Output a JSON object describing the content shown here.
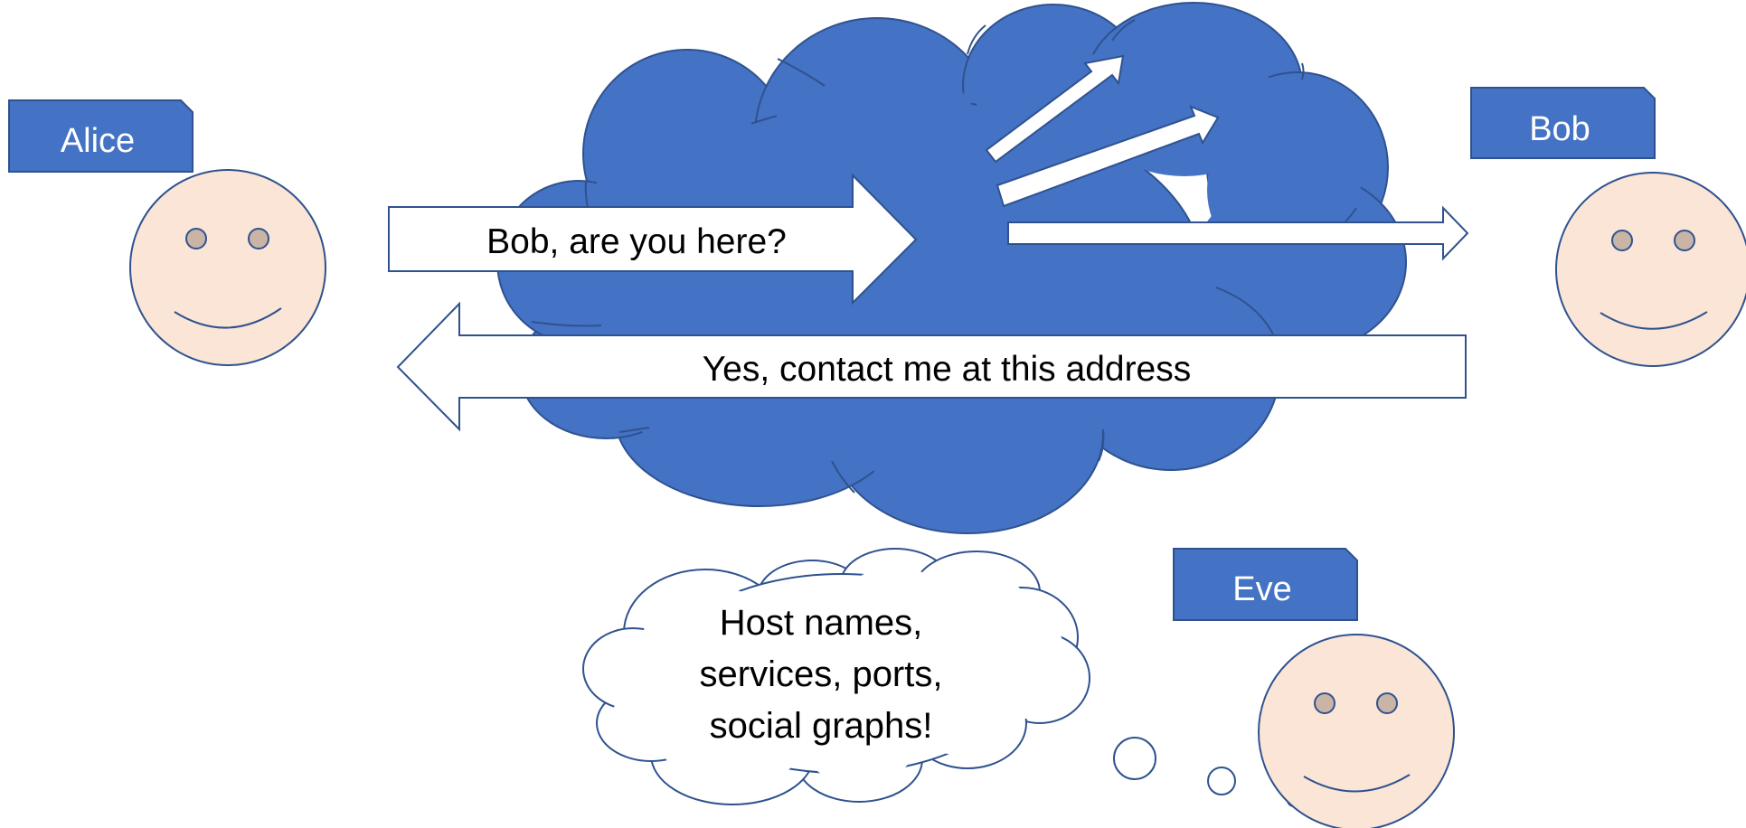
{
  "colors": {
    "cloud_fill": "#4472c4",
    "outline": "#2f528f",
    "tag_fill": "#4472c4",
    "face_fill": "#fbe5d6",
    "eye_fill": "#c9b4a6",
    "arrow_fill": "#ffffff",
    "text_dark": "#000000",
    "text_light": "#ffffff"
  },
  "actors": {
    "alice": {
      "label": "Alice"
    },
    "bob": {
      "label": "Bob"
    },
    "eve": {
      "label": "Eve"
    }
  },
  "messages": {
    "request": "Bob, are you here?",
    "reply": "Yes, contact me at this address"
  },
  "thought": {
    "lines": [
      "Host names,",
      "services, ports,",
      "social graphs!"
    ]
  }
}
